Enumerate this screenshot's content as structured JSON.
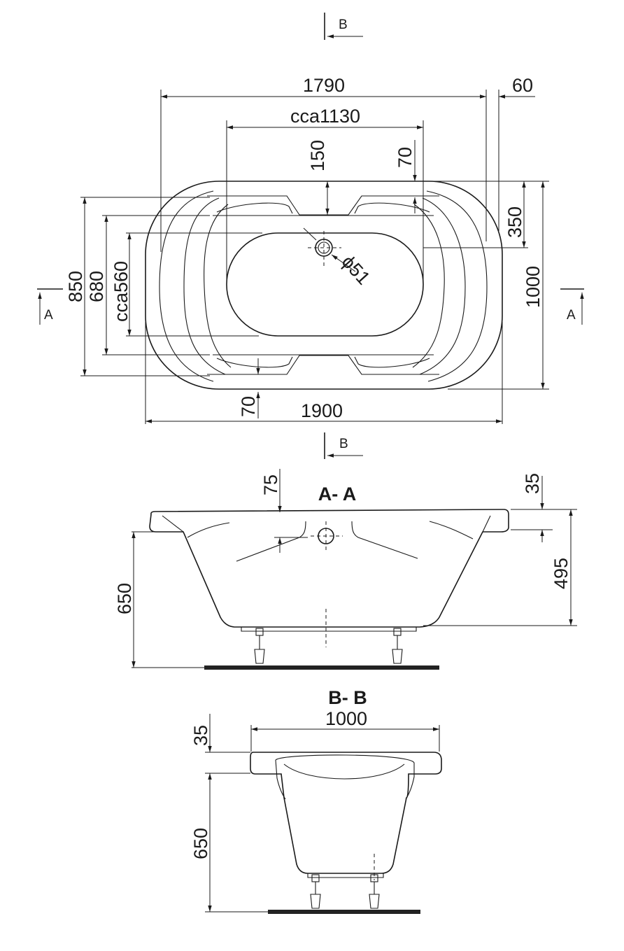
{
  "section_marks": {
    "a_left": "A",
    "a_right": "A",
    "b_top": "B",
    "b_bottom": "B"
  },
  "plan_dims": {
    "overall_length": "1790",
    "overflow_offset": "60",
    "inner_length": "cca1130",
    "depth_150": "150",
    "depth_70_top": "70",
    "height_350": "350",
    "width_850": "850",
    "width_680": "680",
    "inner_width": "cca560",
    "width_1000": "1000",
    "drain_diameter": "ϕ51",
    "depth_70_bottom": "70",
    "total_length": "1900"
  },
  "section_aa": {
    "title": "A- A",
    "dim_75": "75",
    "dim_35": "35",
    "dim_650": "650",
    "dim_495": "495"
  },
  "section_bb": {
    "title": "B- B",
    "dim_35": "35",
    "dim_1000": "1000",
    "dim_650": "650"
  }
}
